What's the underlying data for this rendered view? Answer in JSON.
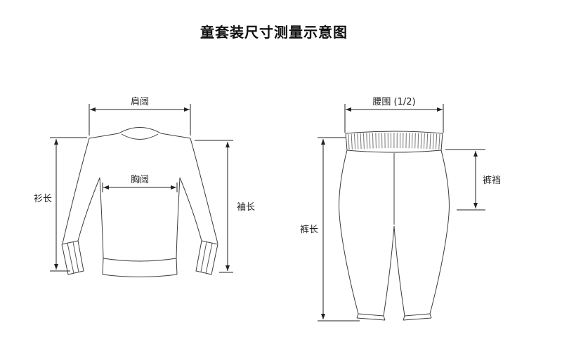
{
  "title": "童套装尺寸测量示意图",
  "shirt": {
    "shoulder_width_label": "肩阔",
    "shirt_length_label": "衫长",
    "chest_width_label": "胸阔",
    "sleeve_length_label": "袖长"
  },
  "pants": {
    "waist_label": "腰围 (1/2)",
    "length_label": "裤长",
    "crotch_label": "裤裆"
  }
}
